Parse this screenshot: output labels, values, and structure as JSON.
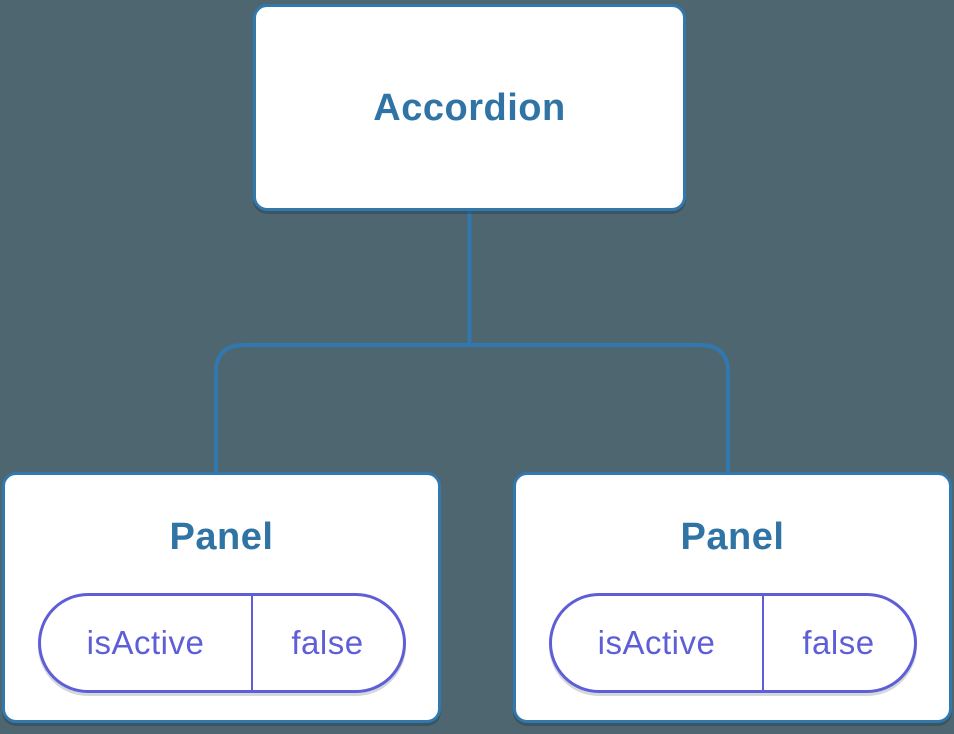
{
  "diagram": {
    "type": "component-tree",
    "root": {
      "label": "Accordion"
    },
    "children": [
      {
        "label": "Panel",
        "props": [
          {
            "name": "isActive",
            "value": "false"
          }
        ]
      },
      {
        "label": "Panel",
        "props": [
          {
            "name": "isActive",
            "value": "false"
          }
        ]
      }
    ],
    "colors": {
      "background": "#4D6670",
      "connector": "#3078AD",
      "node_background": "#FFFFFF",
      "node_text": "#2F74A4",
      "prop_accent": "#5E5ED8"
    }
  }
}
